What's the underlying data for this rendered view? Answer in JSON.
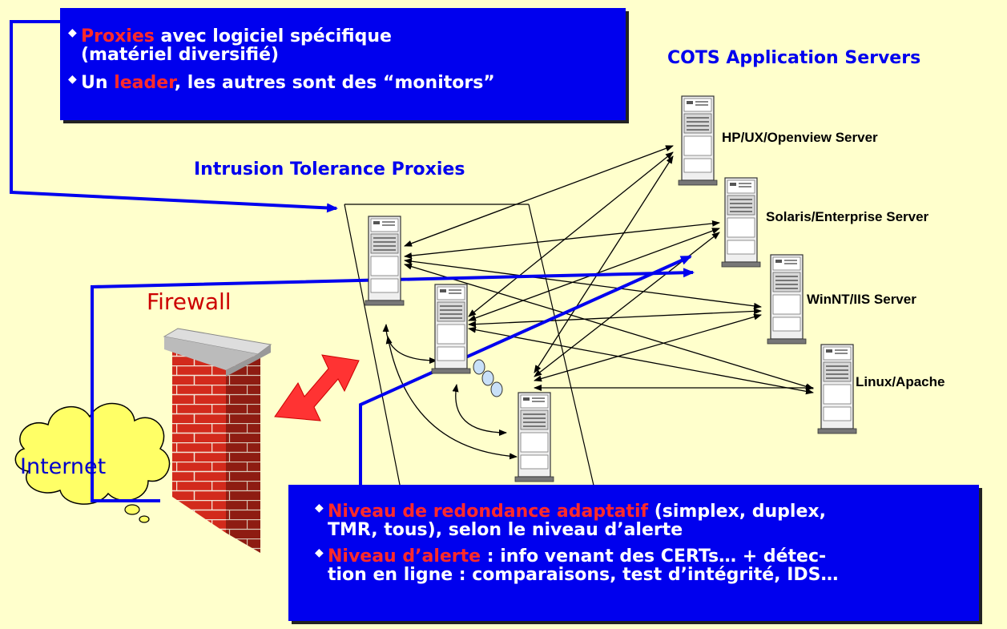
{
  "top_box": {
    "item1": {
      "highlight": "Proxies",
      "rest": " avec logiciel spécifique",
      "line2": "(matériel diversifié)"
    },
    "item2": {
      "prefix": "Un ",
      "highlight": "leader",
      "rest": ", les autres sont des “monitors”"
    }
  },
  "cots_title": "COTS Application Servers",
  "proxies_title": "Intrusion Tolerance Proxies",
  "firewall_label": "Firewall",
  "internet_label": "Internet",
  "servers": [
    {
      "label": "HP/UX/Openview Server"
    },
    {
      "label": "Solaris/Enterprise Server"
    },
    {
      "label": "WinNT/IIS Server"
    },
    {
      "label": "Linux/Apache"
    }
  ],
  "bottom_box": {
    "item1": {
      "highlight": "Niveau de redondance adaptatif",
      "rest": " (simplex, duplex,",
      "line2": "TMR, tous), selon le niveau d’alerte"
    },
    "item2": {
      "highlight": "Niveau d’alerte",
      "rest": " : info venant des CERTs… +  détec-",
      "line2": "tion en ligne : comparaisons, test d’intégrité, IDS…"
    }
  },
  "colors": {
    "background": "#FFFFCC",
    "box": "#0000EE",
    "highlight": "#FF2A2A",
    "title": "#0000EE",
    "firewall_text": "#CC0000",
    "arrow_red": "#FF3333",
    "cloud": "#FFFF66"
  }
}
